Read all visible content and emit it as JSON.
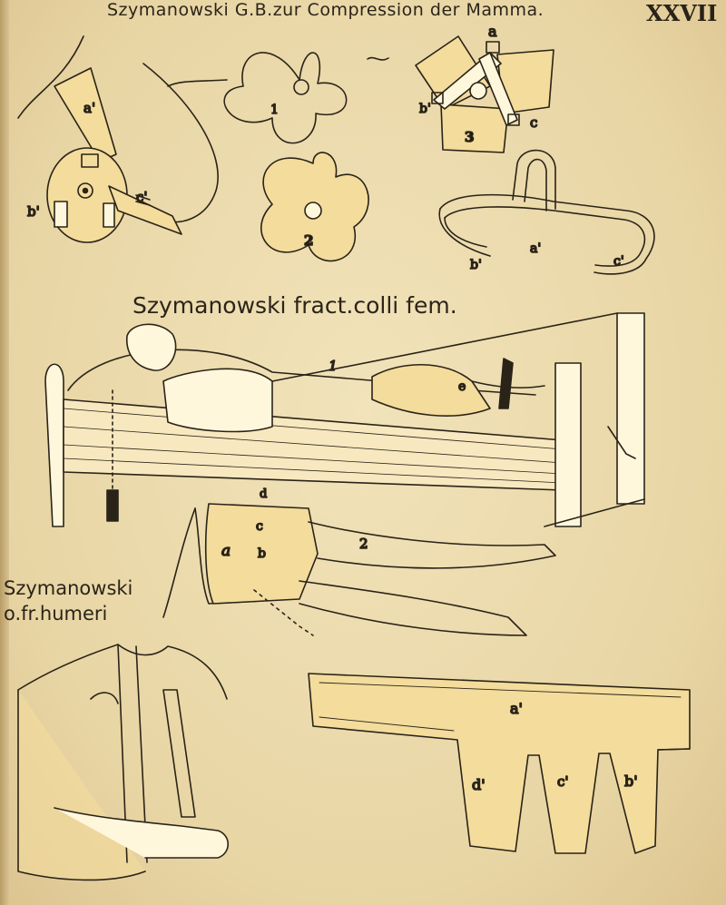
{
  "plate": {
    "number": "XXVII",
    "caption_top": "Szymanowski G.B.zur Compression der Mamma.",
    "caption_middle": "Szymanowski fract.colli fem.",
    "caption_left_line1": "Szymanowski",
    "caption_left_line2": "o.fr.humeri"
  },
  "labels": {
    "mamma_a_prime": "a'",
    "mamma_b_prime": "b'",
    "mamma_c_prime": "c'",
    "piece_1": "1",
    "piece_2": "2",
    "piece_3": "3",
    "piece_a": "a",
    "piece_b": "b'",
    "piece_c": "c",
    "strap_a": "a'",
    "strap_b": "b'",
    "strap_c": "c'",
    "bed_1": "1",
    "bed_e": "e",
    "leg_2": "2",
    "leg_a": "a",
    "leg_b": "b",
    "leg_c": "c",
    "leg_d": "d",
    "pattern_a": "a'",
    "pattern_d": "d'",
    "pattern_c": "c'",
    "pattern_b": "b'"
  },
  "colors": {
    "paper": "#e9d7a8",
    "ink": "#2a2318",
    "bandage": "#f3dc9c"
  }
}
